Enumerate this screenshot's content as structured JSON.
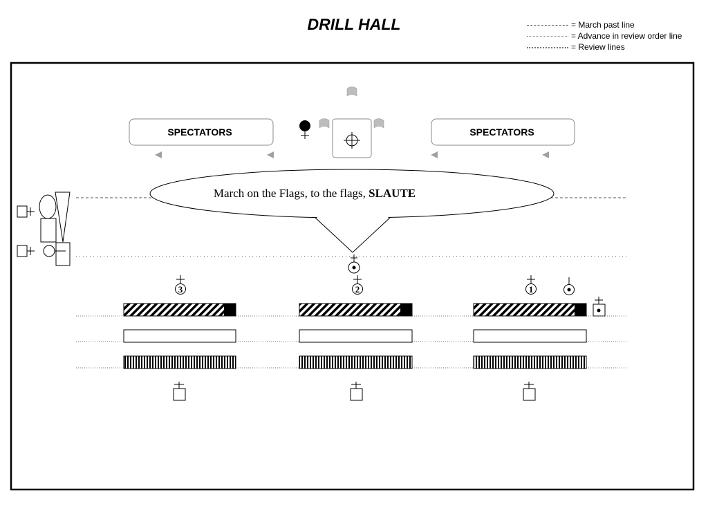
{
  "title": "DRILL HALL",
  "legend": [
    {
      "line": "dashed",
      "text": "= March past line"
    },
    {
      "line": "dotted",
      "text": "= Advance in review order line"
    },
    {
      "line": "review",
      "text": "= Review lines"
    }
  ],
  "spectators_left": "SPECTATORS",
  "spectators_right": "SPECTATORS",
  "bubble": {
    "text": "March on the Flags, to the flags, ",
    "emphasis": "SLAUTE"
  },
  "squads": [
    {
      "number": "3"
    },
    {
      "number": "2"
    },
    {
      "number": "1"
    }
  ],
  "colors": {
    "flag": "#bdbdbd",
    "triangle": "#a0a0a0",
    "outline": "#000000"
  }
}
